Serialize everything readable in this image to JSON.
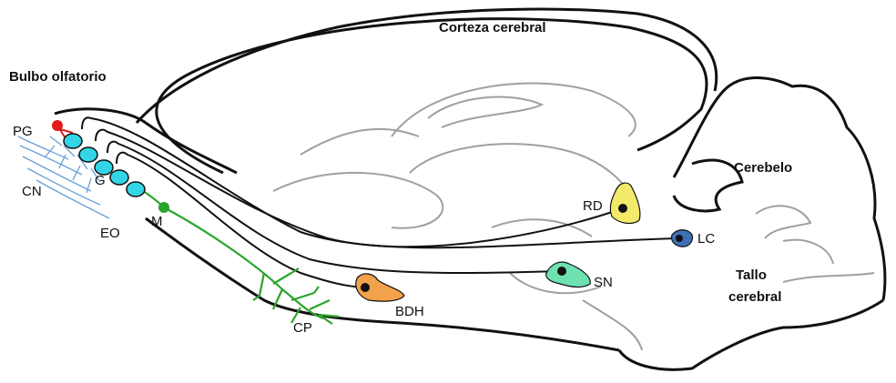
{
  "regions": {
    "corteza": "Corteza cerebral",
    "bulbo": "Bulbo olfatorio",
    "cerebelo": "Cerebelo",
    "tallo_line1": "Tallo",
    "tallo_line2": "cerebral"
  },
  "labels": {
    "pg": "PG",
    "cn": "CN",
    "g": "G",
    "m": "M",
    "eo": "EO",
    "rd": "RD",
    "lc": "LC",
    "sn": "SN",
    "bdh": "BDH",
    "cp": "CP"
  },
  "colors": {
    "outline": "#111111",
    "inner_outline": "#9a9a9a",
    "periglomerular": "#e11b1b",
    "glomerulus": "#33d6e6",
    "mitral": "#2aa52a",
    "nerve": "#6a9fd8",
    "rd": "#f2ea6a",
    "lc": "#3f6fb5",
    "sn": "#6fe0b0",
    "bdh": "#f2a24a"
  }
}
